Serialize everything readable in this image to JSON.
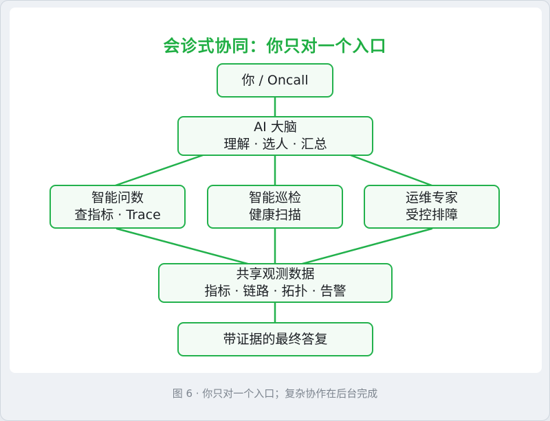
{
  "title": "会诊式协同：你只对一个入口",
  "nodes": {
    "user": {
      "line1": "你 / Oncall"
    },
    "brain": {
      "line1": "AI 大脑",
      "line2": "理解 · 选人 · 汇总"
    },
    "qa": {
      "line1": "智能问数",
      "line2": "查指标 · Trace"
    },
    "patrol": {
      "line1": "智能巡检",
      "line2": "健康扫描"
    },
    "ops": {
      "line1": "运维专家",
      "line2": "受控排障"
    },
    "shared": {
      "line1": "共享观测数据",
      "line2": "指标 · 链路 · 拓扑 · 告警"
    },
    "answer": {
      "line1": "带证据的最终答复"
    }
  },
  "caption": "图 6 · 你只对一个入口；复杂协作在后台完成",
  "colors": {
    "accent": "#22b14c",
    "title": "#1fae43",
    "node_fill": "#f3fbf5",
    "caption": "#7d858f"
  }
}
